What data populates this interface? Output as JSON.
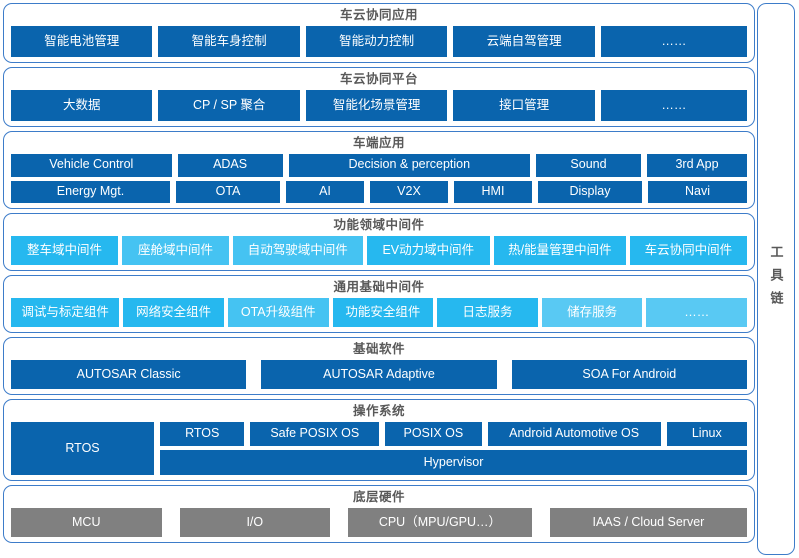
{
  "diagram": {
    "title_color": "#595959",
    "border_color": "#3d7cc9",
    "accent_blue": "#0a64ad",
    "accent_cyan": "#26b8ef",
    "accent_gray": "#808080"
  },
  "toolchain": {
    "label": "工具链"
  },
  "layers": [
    {
      "title": "车云协同应用",
      "rows": [
        [
          {
            "label": "智能电池管理",
            "flex": 1.45
          },
          {
            "label": "智能车身控制",
            "flex": 1.45
          },
          {
            "label": "智能动力控制",
            "flex": 1.45
          },
          {
            "label": "云端自驾管理",
            "flex": 1.45
          },
          {
            "label": "……",
            "flex": 1.5
          }
        ]
      ]
    },
    {
      "title": "车云协同平台",
      "rows": [
        [
          {
            "label": "大数据",
            "flex": 1.45
          },
          {
            "label": "CP / SP 聚合",
            "flex": 1.45
          },
          {
            "label": "智能化场景管理",
            "flex": 1.45
          },
          {
            "label": "接口管理",
            "flex": 1.45
          },
          {
            "label": "……",
            "flex": 1.5
          }
        ]
      ]
    },
    {
      "title": "车端应用",
      "rows": [
        [
          {
            "label": "Vehicle Control",
            "flex": 1.55
          },
          {
            "label": "ADAS",
            "flex": 1.0
          },
          {
            "label": "Decision & perception",
            "flex": 2.35
          },
          {
            "label": "Sound",
            "flex": 1.0
          },
          {
            "label": "3rd App",
            "flex": 0.95
          }
        ],
        [
          {
            "label": "Energy Mgt.",
            "flex": 1.55
          },
          {
            "label": "OTA",
            "flex": 1.0
          },
          {
            "label": "AI",
            "flex": 0.74
          },
          {
            "label": "V2X",
            "flex": 0.74
          },
          {
            "label": "HMI",
            "flex": 0.74
          },
          {
            "label": "Display",
            "flex": 1.0
          },
          {
            "label": "Navi",
            "flex": 0.95
          }
        ]
      ]
    },
    {
      "title": "功能领域中间件",
      "rows": [
        [
          {
            "label": "整车域中间件",
            "flex": 1
          },
          {
            "label": "座舱域中间件",
            "flex": 1
          },
          {
            "label": "自动驾驶域中间件",
            "flex": 1.22
          },
          {
            "label": "EV动力域中间件",
            "flex": 1.16
          },
          {
            "label": "热/能量管理中间件",
            "flex": 1.24
          },
          {
            "label": "车云协同中间件",
            "flex": 1.1
          }
        ]
      ]
    },
    {
      "title": "通用基础中间件",
      "rows": [
        [
          {
            "label": "调试与标定组件",
            "flex": 1.08
          },
          {
            "label": "网络安全组件",
            "flex": 1.0
          },
          {
            "label": "OTA升级组件",
            "flex": 1.0
          },
          {
            "label": "功能安全组件",
            "flex": 1.0
          },
          {
            "label": "日志服务",
            "flex": 1.0
          },
          {
            "label": "储存服务",
            "flex": 1.0
          },
          {
            "label": "……",
            "flex": 1.0
          }
        ]
      ]
    },
    {
      "title": "基础软件",
      "rows": [
        [
          {
            "label": "AUTOSAR Classic",
            "flex": 1
          },
          {
            "label": "AUTOSAR Adaptive",
            "flex": 1
          },
          {
            "label": "SOA For Android",
            "flex": 1
          }
        ]
      ]
    },
    {
      "title": "操作系统",
      "os": {
        "left": {
          "label": "RTOS"
        },
        "top_row": [
          {
            "label": "RTOS",
            "flex": 1.0
          },
          {
            "label": "Safe POSIX OS",
            "flex": 1.55
          },
          {
            "label": "POSIX OS",
            "flex": 1.15
          },
          {
            "label": "Android Automotive OS",
            "flex": 2.1
          },
          {
            "label": "Linux",
            "flex": 0.95
          }
        ],
        "bottom": {
          "label": "Hypervisor"
        }
      }
    },
    {
      "title": "底层硬件",
      "rows": [
        [
          {
            "label": "MCU",
            "flex": 1.1
          },
          {
            "label": "I/O",
            "flex": 1.1
          },
          {
            "label": "CPU（MPU/GPU…）",
            "flex": 1.35
          },
          {
            "label": "IAAS / Cloud Server",
            "flex": 1.45
          }
        ]
      ]
    }
  ]
}
